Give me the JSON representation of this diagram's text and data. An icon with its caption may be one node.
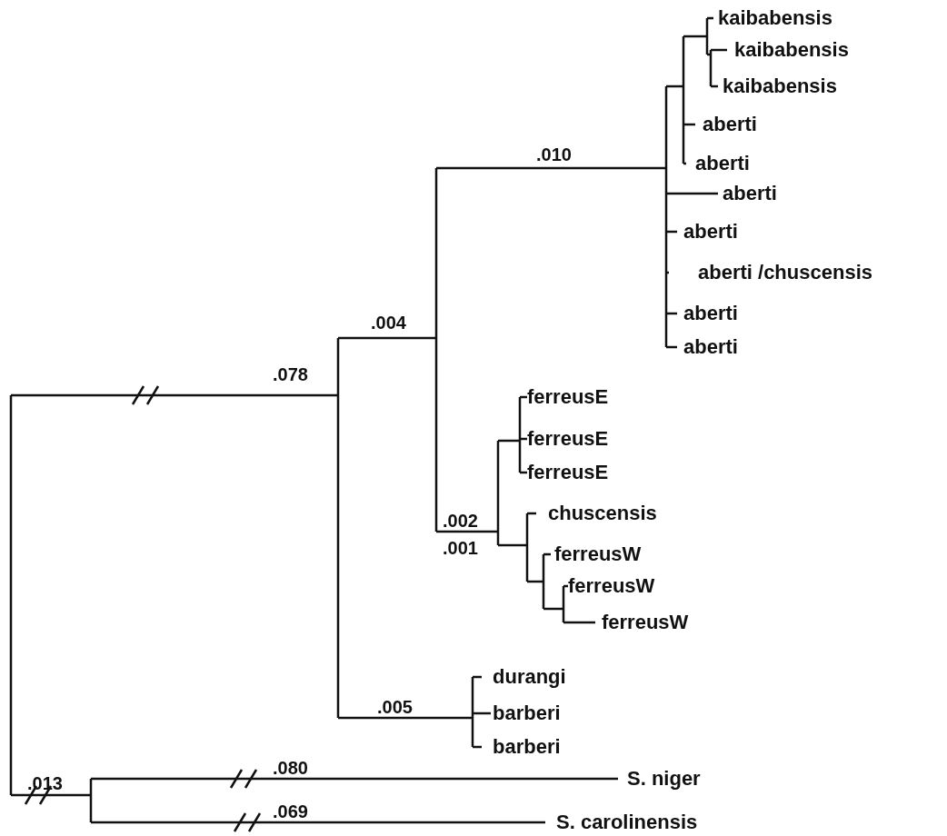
{
  "diagram": {
    "labels": [
      "kaibabensis",
      "kaibabensis",
      "kaibabensis",
      "aberti",
      ".010",
      "aberti",
      "aberti",
      "aberti",
      "aberti /chuscensis",
      "aberti",
      ".004",
      "aberti",
      ".078",
      "ferreusE",
      "ferreusE",
      "ferreusE",
      "chuscensis",
      ".002",
      ".001",
      "ferreusW",
      "ferreusW",
      "ferreusW",
      "durangi",
      ".005",
      "barberi",
      "barberi",
      ".080",
      "S. niger",
      ".013",
      ".069",
      "S. carolinensis"
    ]
  }
}
